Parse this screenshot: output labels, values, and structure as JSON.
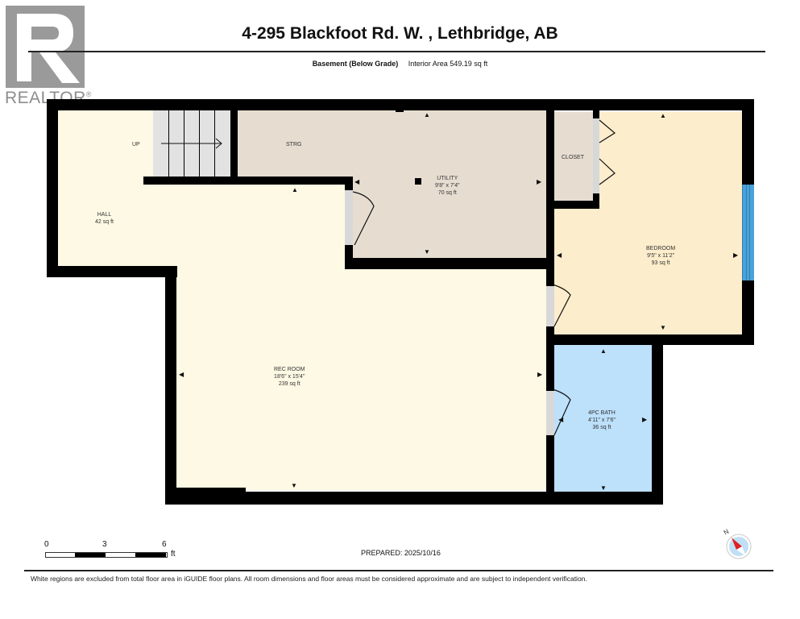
{
  "logo": {
    "letter": "R",
    "text": "REALTOR",
    "reg_mark": "®"
  },
  "header": {
    "title": "4-295 Blackfoot Rd. W. , Lethbridge, AB",
    "level": "Basement (Below Grade)",
    "interior_area": "Interior Area 549.19 sq ft"
  },
  "rooms": {
    "hall": {
      "name": "HALL",
      "area": "42 sq ft",
      "color": "#fef9e4"
    },
    "stairs": {
      "label": "UP",
      "color": "#e2e2e2"
    },
    "storage": {
      "name": "STRG",
      "color": "#e6ddd0"
    },
    "utility": {
      "name": "UTILITY",
      "dims": "9'8\" x 7'4\"",
      "area": "70 sq ft",
      "color": "#e6ddd0"
    },
    "closet": {
      "name": "CLOSET",
      "color": "#e6ddd0"
    },
    "bedroom": {
      "name": "BEDROOM",
      "dims": "9'5\" x 11'2\"",
      "area": "93 sq ft",
      "color": "#fcedcc"
    },
    "rec_room": {
      "name": "REC ROOM",
      "dims": "18'6\" x 15'4\"",
      "area": "239 sq ft",
      "color": "#fef9e4"
    },
    "bath": {
      "name": "4PC BATH",
      "dims": "4'11\" x 7'6\"",
      "area": "36 sq ft",
      "color": "#bde0fb"
    }
  },
  "window_color": "#4aa3d8",
  "scale_bar": {
    "ticks": [
      "0",
      "3",
      "6"
    ],
    "unit": "ft"
  },
  "prepared": "PREPARED: 2025/10/16",
  "compass": {
    "label": "N",
    "needle_color": "#e02020",
    "ring_color": "#bfe0f5"
  },
  "disclaimer": "White regions are excluded from total floor area in iGUIDE floor plans. All room dimensions and floor areas must be considered approximate and are subject to independent verification."
}
